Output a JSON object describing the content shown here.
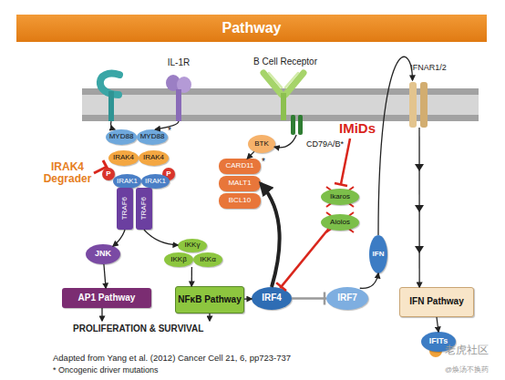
{
  "diagram": {
    "title": "Pathway",
    "caption": "Adapted from Yang et al. (2012) Cancer Cell 21, 6, pp723-737",
    "nodes": [
      {
        "text": [
          "IL-1R"
        ]
      },
      {
        "text": [
          "B Cell Receptor"
        ]
      },
      {
        "text": [
          "IFNAR1/2"
        ]
      },
      {
        "text": [
          "MYD88"
        ]
      },
      {
        "text": [
          "MYD88"
        ]
      },
      {
        "text": [
          "IRAK4"
        ]
      },
      {
        "text": [
          "IRAK4"
        ]
      },
      {
        "text": [
          "P"
        ]
      },
      {
        "text": [
          "P"
        ]
      },
      {
        "text": [
          "IRAK1"
        ]
      },
      {
        "text": [
          "IRAK1"
        ]
      },
      {
        "text": [
          "TRAF6"
        ]
      },
      {
        "text": [
          "TRAF6"
        ]
      },
      {
        "text": [
          "JNK"
        ]
      },
      {
        "text": [
          "AP1 Pathway"
        ]
      },
      {
        "text": [
          "IKKγ"
        ]
      },
      {
        "text": [
          "IKKβ"
        ]
      },
      {
        "text": [
          "IKKα"
        ]
      },
      {
        "text": [
          "NFκB Pathway"
        ]
      },
      {
        "text": [
          "BTK"
        ]
      },
      {
        "text": [
          "CARD11"
        ]
      },
      {
        "text": [
          "MALT1"
        ]
      },
      {
        "text": [
          "BCL10"
        ]
      },
      {
        "text": [
          "Ikaros"
        ]
      },
      {
        "text": [
          "Aiolos"
        ]
      },
      {
        "text": [
          "IRF4"
        ]
      },
      {
        "text": [
          "IRF7"
        ]
      },
      {
        "text": [
          "IFN"
        ]
      },
      {
        "text": [
          "IFN Pathway"
        ]
      },
      {
        "text": [
          "IFITs"
        ]
      }
    ],
    "edges": [
      {
        "from": 0,
        "to": 4,
        "arrow": "to"
      },
      {
        "from": 11,
        "to": 13,
        "arrow": "to"
      },
      {
        "from": 12,
        "to": 15,
        "arrow": "to"
      },
      {
        "from": 13,
        "to": 14,
        "arrow": "to"
      },
      {
        "from": 16,
        "to": 18,
        "arrow": "to"
      },
      {
        "from": 18,
        "to": 25,
        "arrow": "to"
      },
      {
        "from": 25,
        "to": 21,
        "arrow": "to"
      },
      {
        "from": 1,
        "to": 19,
        "arrow": "to"
      },
      {
        "from": 19,
        "to": 20,
        "arrow": "to"
      },
      {
        "from": 25,
        "to": 26,
        "arrow": "none"
      },
      {
        "from": 26,
        "to": 27,
        "arrow": "to"
      },
      {
        "from": 27,
        "to": 2,
        "arrow": "to"
      },
      {
        "from": 2,
        "to": 28,
        "arrow": "to"
      },
      {
        "from": 28,
        "to": 29,
        "arrow": "to"
      },
      {
        "from": 24,
        "to": 25,
        "arrow": "none"
      }
    ],
    "labels": [
      "IRAK4 Degrader",
      "*",
      "CD79A/B*",
      "*",
      "IMiDs",
      "PROLIFERATION & SURVIVAL",
      "* Oncogenic driver mutations",
      "老虎社区",
      "@焕汤不换药"
    ]
  }
}
